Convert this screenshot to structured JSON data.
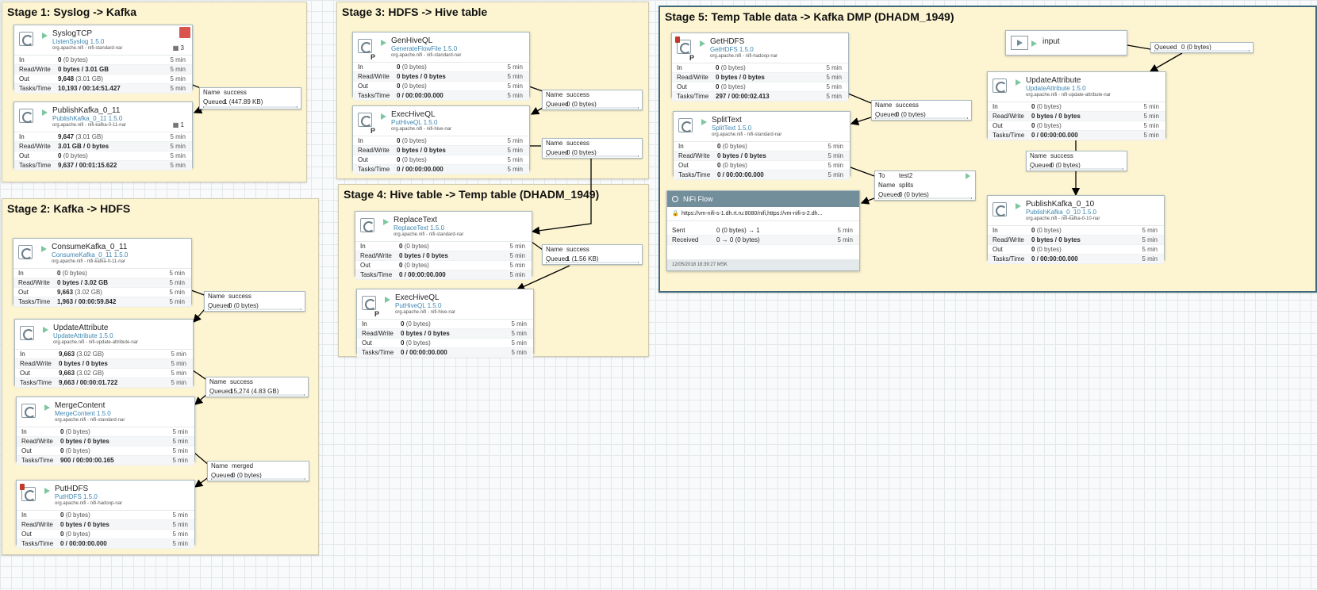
{
  "groups": [
    {
      "key": "s1",
      "title": "Stage 1: Syslog -> Kafka"
    },
    {
      "key": "s2",
      "title": "Stage 2: Kafka -> HDFS"
    },
    {
      "key": "s3",
      "title": "Stage 3: HDFS -> Hive table"
    },
    {
      "key": "s4",
      "title": "Stage 4: Hive table -> Temp table (DHADM_1949)"
    },
    {
      "key": "s5",
      "title": "Stage 5: Temp Table data -> Kafka DMP (DHADM_1949)"
    }
  ],
  "labels": {
    "in": "In",
    "rw": "Read/Write",
    "out": "Out",
    "tasks": "Tasks/Time",
    "name": "Name",
    "queued": "Queued",
    "to": "To",
    "sent": "Sent",
    "received": "Received"
  },
  "processors": {
    "syslogtcp": {
      "name": "SyslogTCP",
      "type": "ListenSyslog 1.5.0",
      "bundle": "org.apache.nifi - nifi-standard-nar",
      "threads": "3",
      "in": "0",
      "in_sub": "(0 bytes)",
      "rw": "0 bytes / 3.01 GB",
      "out": "9,648",
      "out_sub": "(3.01 GB)",
      "tasks": "10,193 / 00:14:51.427",
      "time": "5 min"
    },
    "publishkafka011": {
      "name": "PublishKafka_0_11",
      "type": "PublishKafka_0_11 1.5.0",
      "bundle": "org.apache.nifi - nifi-kafka-0-11-nar",
      "threads": "1",
      "in": "9,647",
      "in_sub": "(3.01 GB)",
      "rw": "3.01 GB / 0 bytes",
      "out": "0",
      "out_sub": "(0 bytes)",
      "tasks": "9,637 / 00:01:15.622",
      "time": "5 min"
    },
    "consumekafka": {
      "name": "ConsumeKafka_0_11",
      "type": "ConsumeKafka_0_11 1.5.0",
      "bundle": "org.apache.nifi - nifi-kafka-0-11-nar",
      "in": "0",
      "in_sub": "(0 bytes)",
      "rw": "0 bytes / 3.02 GB",
      "out": "9,663",
      "out_sub": "(3.02 GB)",
      "tasks": "1,963 / 00:00:59.842",
      "time": "5 min"
    },
    "updateattr2": {
      "name": "UpdateAttribute",
      "type": "UpdateAttribute 1.5.0",
      "bundle": "org.apache.nifi - nifi-update-attribute-nar",
      "in": "9,663",
      "in_sub": "(3.02 GB)",
      "rw": "0 bytes / 0 bytes",
      "out": "9,663",
      "out_sub": "(3.02 GB)",
      "tasks": "9,663 / 00:00:01.722",
      "time": "5 min"
    },
    "mergecontent": {
      "name": "MergeContent",
      "type": "MergeContent 1.5.0",
      "bundle": "org.apache.nifi - nifi-standard-nar",
      "in": "0",
      "in_sub": "(0 bytes)",
      "rw": "0 bytes / 0 bytes",
      "out": "0",
      "out_sub": "(0 bytes)",
      "tasks": "900 / 00:00:00.165",
      "time": "5 min"
    },
    "puthdfs": {
      "name": "PutHDFS",
      "type": "PutHDFS 1.5.0",
      "bundle": "org.apache.nifi - nifi-hadoop-nar",
      "in": "0",
      "in_sub": "(0 bytes)",
      "rw": "0 bytes / 0 bytes",
      "out": "0",
      "out_sub": "(0 bytes)",
      "tasks": "0 / 00:00:00.000",
      "time": "5 min"
    },
    "genhiveql": {
      "name": "GenHiveQL",
      "type": "GenerateFlowFile 1.5.0",
      "bundle": "org.apache.nifi - nifi-standard-nar",
      "in": "0",
      "in_sub": "(0 bytes)",
      "rw": "0 bytes / 0 bytes",
      "out": "0",
      "out_sub": "(0 bytes)",
      "tasks": "0 / 00:00:00.000",
      "time": "5 min"
    },
    "exechiveql3": {
      "name": "ExecHiveQL",
      "type": "PutHiveQL 1.5.0",
      "bundle": "org.apache.nifi - nifi-hive-nar",
      "in": "0",
      "in_sub": "(0 bytes)",
      "rw": "0 bytes / 0 bytes",
      "out": "0",
      "out_sub": "(0 bytes)",
      "tasks": "0 / 00:00:00.000",
      "time": "5 min"
    },
    "replacetext": {
      "name": "ReplaceText",
      "type": "ReplaceText 1.5.0",
      "bundle": "org.apache.nifi - nifi-standard-nar",
      "in": "0",
      "in_sub": "(0 bytes)",
      "rw": "0 bytes / 0 bytes",
      "out": "0",
      "out_sub": "(0 bytes)",
      "tasks": "0 / 00:00:00.000",
      "time": "5 min"
    },
    "exechiveql4": {
      "name": "ExecHiveQL",
      "type": "PutHiveQL 1.5.0",
      "bundle": "org.apache.nifi - nifi-hive-nar",
      "in": "0",
      "in_sub": "(0 bytes)",
      "rw": "0 bytes / 0 bytes",
      "out": "0",
      "out_sub": "(0 bytes)",
      "tasks": "0 / 00:00:00.000",
      "time": "5 min"
    },
    "gethdfs": {
      "name": "GetHDFS",
      "type": "GetHDFS 1.5.0",
      "bundle": "org.apache.nifi - nifi-hadoop-nar",
      "in": "0",
      "in_sub": "(0 bytes)",
      "rw": "0 bytes / 0 bytes",
      "out": "0",
      "out_sub": "(0 bytes)",
      "tasks": "297 / 00:00:02.413",
      "time": "5 min"
    },
    "splittext": {
      "name": "SplitText",
      "type": "SplitText 1.5.0",
      "bundle": "org.apache.nifi - nifi-standard-nar",
      "in": "0",
      "in_sub": "(0 bytes)",
      "rw": "0 bytes / 0 bytes",
      "out": "0",
      "out_sub": "(0 bytes)",
      "tasks": "0 / 00:00:00.000",
      "time": "5 min"
    },
    "updateattr5": {
      "name": "UpdateAttribute",
      "type": "UpdateAttribute 1.5.0",
      "bundle": "org.apache.nifi - nifi-update-attribute-nar",
      "in": "0",
      "in_sub": "(0 bytes)",
      "rw": "0 bytes / 0 bytes",
      "out": "0",
      "out_sub": "(0 bytes)",
      "tasks": "0 / 00:00:00.000",
      "time": "5 min"
    },
    "publishkafka010": {
      "name": "PublishKafka_0_10",
      "type": "PublishKafka_0_10 1.5.0",
      "bundle": "org.apache.nifi - nifi-kafka-0-10-nar",
      "in": "0",
      "in_sub": "(0 bytes)",
      "rw": "0 bytes / 0 bytes",
      "out": "0",
      "out_sub": "(0 bytes)",
      "tasks": "0 / 00:00:00.000",
      "time": "5 min"
    }
  },
  "connections": {
    "c1": {
      "name": "success",
      "queued": "1",
      "queued_sub": "(447.89 KB)"
    },
    "c2": {
      "name": "success",
      "queued": "0",
      "queued_sub": "(0 bytes)"
    },
    "c3": {
      "name": "success",
      "queued": "15,274",
      "queued_sub": "(4.83 GB)"
    },
    "c4": {
      "name": "merged",
      "queued": "0",
      "queued_sub": "(0 bytes)"
    },
    "c5": {
      "name": "success",
      "queued": "0",
      "queued_sub": "(0 bytes)"
    },
    "c6": {
      "name": "success",
      "queued": "0",
      "queued_sub": "(0 bytes)"
    },
    "c7": {
      "name": "success",
      "queued": "1",
      "queued_sub": "(1.56 KB)"
    },
    "c8": {
      "name": "success",
      "queued": "0",
      "queued_sub": "(0 bytes)"
    },
    "c9": {
      "to": "test2",
      "name": "splits",
      "queued": "0",
      "queued_sub": "(0 bytes)"
    },
    "c10": {
      "queued": "0",
      "queued_sub": "(0 bytes)"
    },
    "c11": {
      "name": "success",
      "queued": "0",
      "queued_sub": "(0 bytes)"
    }
  },
  "input_port": {
    "name": "input"
  },
  "remote_group": {
    "title": "NiFi Flow",
    "url": "https://vm-nifi-s-1.dh.rt.ru:8080/nifi,https://vm-nifi-s-2.dh...",
    "sent": "0 (0 bytes) → 1",
    "received": "0 → 0 (0 bytes)",
    "time": "5 min",
    "timestamp": "12/05/2018 18:39:27 MSK"
  }
}
